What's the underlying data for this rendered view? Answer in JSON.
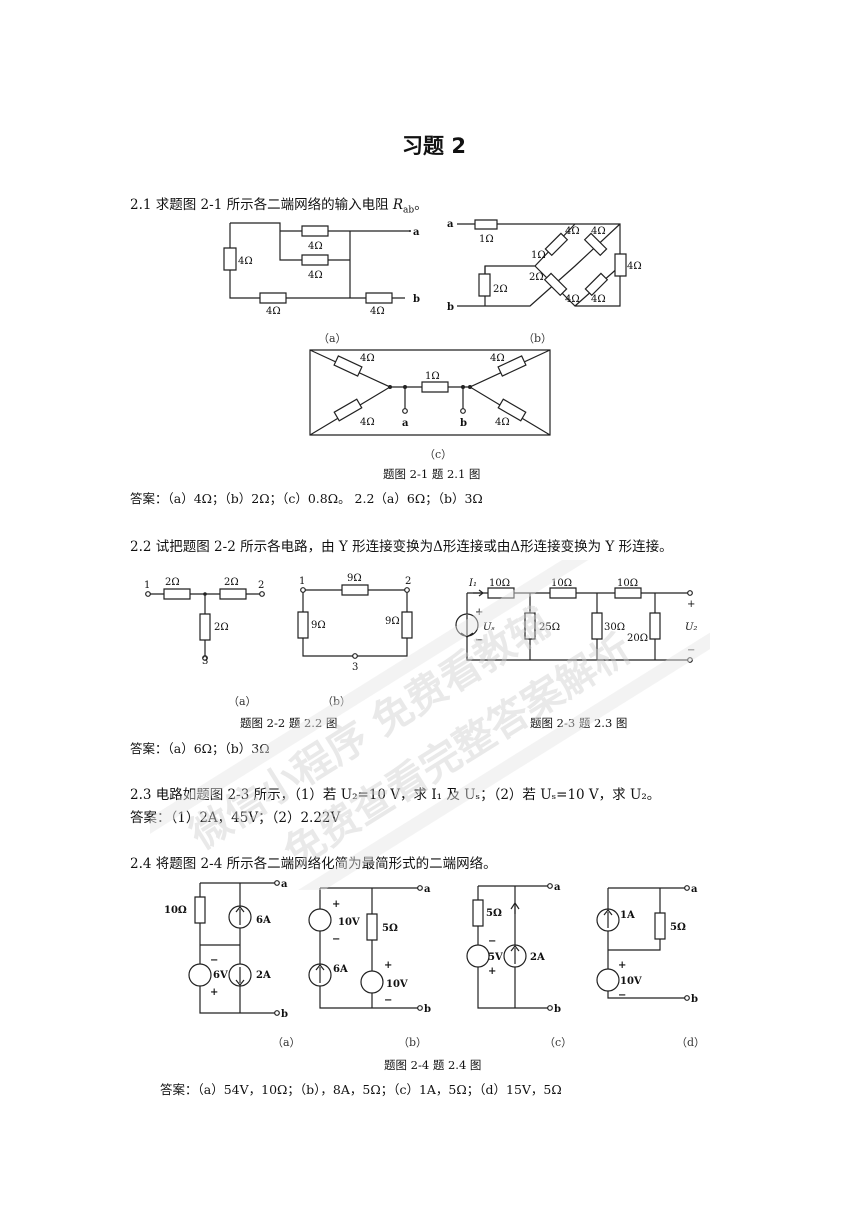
{
  "title": "习题 2",
  "q21": {
    "text": "2.1 求题图 2-1 所示各二端网络的输入电阻 ",
    "var": "R",
    "sub": "ab",
    "end": "。",
    "caption": "题图 2-1 题 2.1 图",
    "answer": "答案：（a）4Ω；（b）2Ω；（c）0.8Ω。   2.2（a）6Ω；（b）3Ω",
    "sub_a": "（a）",
    "sub_b": "（b）",
    "sub_c": "（c）"
  },
  "q22": {
    "text": "2.2 试把题图 2-2 所示各电路，由 Y 形连接变换为Δ形连接或由Δ形连接变换为 Y 形连接。",
    "caption": "题图 2-2 题 2.2 图",
    "caption_23": "题图 2-3 题 2.3 图",
    "answer": "答案：（a）6Ω；（b）3Ω",
    "sub_a": "（a）",
    "sub_b": "（b）"
  },
  "q23": {
    "text": "2.3 电路如题图 2-3 所示，（1）若 U₂=10 V，求 I₁ 及 Uₛ；（2）若 Uₛ=10 V，求 U₂。",
    "answer": "答案：（1）2A，45V；（2）2.22V"
  },
  "q24": {
    "text": "2.4 将题图 2-4 所示各二端网络化简为最简形式的二端网络。",
    "caption": "题图 2-4 题 2.4 图",
    "answer": "答案：（a）54V，10Ω；（b），8A，5Ω；（c）1A，5Ω；（d）15V，5Ω",
    "sub_a": "（a）",
    "sub_b": "（b）",
    "sub_c": "（c）",
    "sub_d": "（d）"
  },
  "labels": {
    "ohm4": "4Ω",
    "ohm1": "1Ω",
    "ohm2": "2Ω",
    "ohm9": "9Ω",
    "ohm10": "10Ω",
    "ohm25": "25Ω",
    "ohm30": "30Ω",
    "ohm20": "20Ω",
    "ohm5": "5Ω",
    "a": "a",
    "b": "b",
    "n1": "1",
    "n2": "2",
    "n3": "3",
    "I1": "I₁",
    "Us": "Uₛ",
    "U2": "U₂",
    "A6": "6A",
    "A2": "2A",
    "A1": "1A",
    "V6": "6V",
    "V10": "10V",
    "V5": "5V",
    "plus": "+",
    "minus": "−"
  },
  "watermark": {
    "line1": "微信小程序 免费看教辅",
    "line2": "免费查看完整答案解析",
    "color": "#c8c8c8"
  }
}
